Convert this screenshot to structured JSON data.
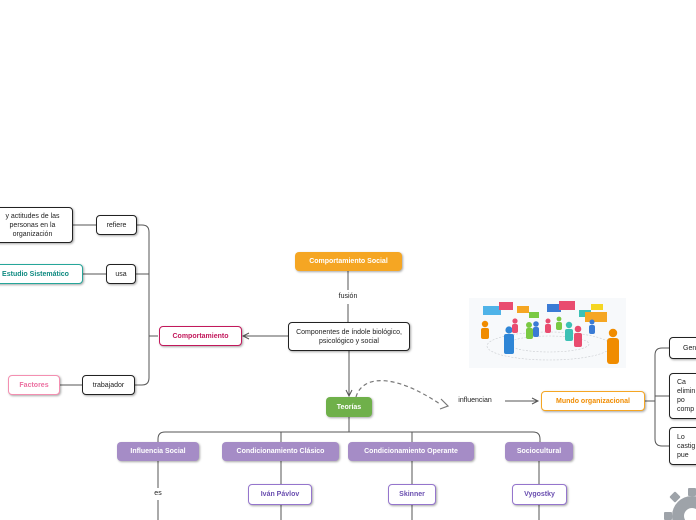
{
  "central": {
    "title": "Comportamiento Social"
  },
  "links": {
    "fusion": "fusión",
    "refiere": "refiere",
    "usa": "usa",
    "trabajador": "trabajador",
    "influencian": "influencian",
    "es": "es"
  },
  "components": {
    "text": "Componentes de índole biológico, psicológico y social"
  },
  "comportamiento": {
    "label": "Comportamiento"
  },
  "left": {
    "actitudes": "y actitudes de las personas en la organización",
    "estudio": "Estudio Sistemático",
    "factores": "Factores"
  },
  "teorias": {
    "label": "Teorías"
  },
  "theories": [
    {
      "label": "Influencia Social"
    },
    {
      "label": "Condicionamiento Clásico"
    },
    {
      "label": "Condicionamiento Operante"
    },
    {
      "label": "Sociocultural"
    }
  ],
  "authors": {
    "pavlov": "Iván Pávlov",
    "skinner": "Skinner",
    "vygotsky": "Vygostky"
  },
  "mundo": {
    "label": "Mundo organizacional"
  },
  "right": {
    "gen": "Gen",
    "ca": "Ca elimin po comp",
    "lo": "Lo castig pue"
  },
  "icons": {
    "image": "people-network-image",
    "gear": "gear-icon"
  },
  "colors": {
    "orange": "#f5a623",
    "green": "#6fb04a",
    "purple": "#a58cc6",
    "pink": "#c2185b",
    "teal": "#26a69a"
  }
}
